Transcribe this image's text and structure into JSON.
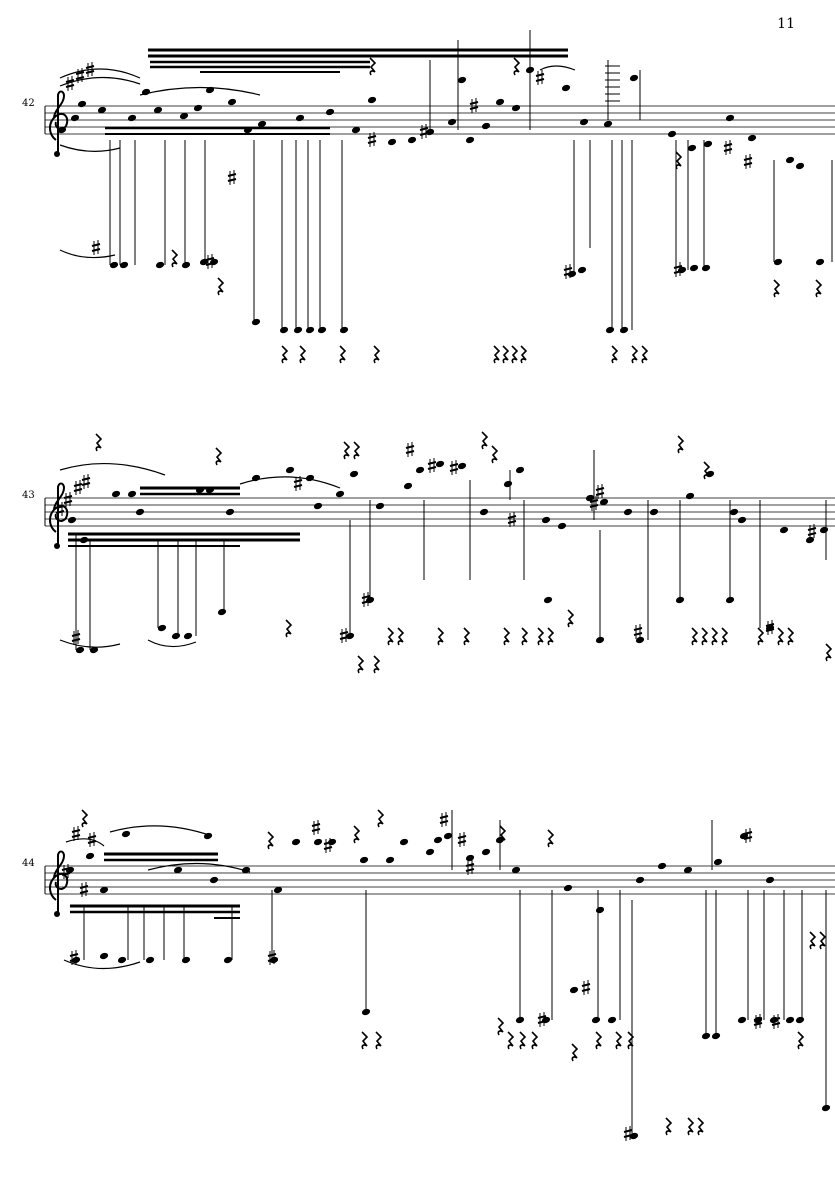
{
  "page": {
    "number": "11"
  },
  "systems": [
    {
      "measure": "42"
    },
    {
      "measure": "43"
    },
    {
      "measure": "44"
    }
  ],
  "colors": {
    "ink": "#000000",
    "paper": "#ffffff"
  }
}
